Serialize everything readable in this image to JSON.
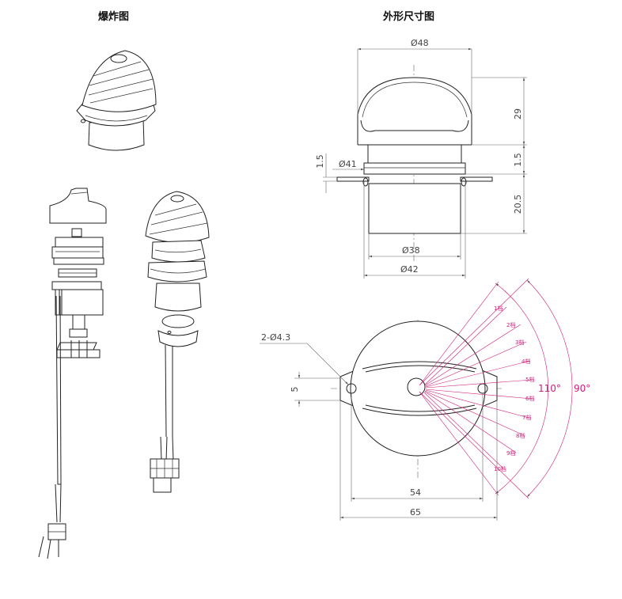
{
  "titles": {
    "exploded": "爆炸图",
    "dimensions": "外形尺寸图"
  },
  "dimensions": {
    "top_diameter": "Ø48",
    "flange_diameter": "Ø41",
    "body_diameter": "Ø38",
    "bottom_diameter": "Ø42",
    "knob_height": "29",
    "collar_height": "1.5",
    "flange_thickness": "1.5",
    "body_height": "20.5",
    "hole_spec": "2-Ø4.3",
    "offset": "5",
    "hole_spacing": "54",
    "total_width": "65"
  },
  "positions": [
    "1档",
    "2档",
    "3档",
    "4档",
    "5档",
    "6档",
    "7档",
    "8档",
    "9档",
    "10档"
  ],
  "angles": {
    "inner": "110°",
    "outer": "90°"
  },
  "colors": {
    "annotation": "#d01d78",
    "line": "#222222",
    "dimension": "#666666"
  }
}
